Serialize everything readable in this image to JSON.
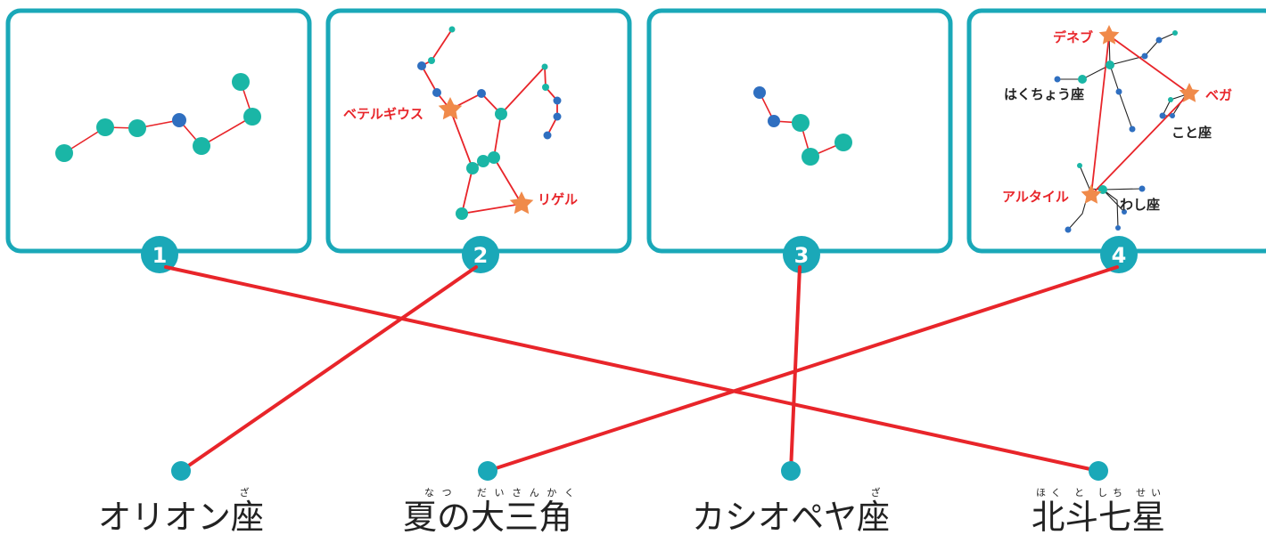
{
  "colors": {
    "panel_border": "#1aa8b8",
    "connector": "#e8252a",
    "teal_star": "#1ab6a6",
    "blue_star": "#2f6fc0",
    "bright_star": "#f08a4a",
    "label_red": "#e8252a"
  },
  "panels": [
    {
      "number": "1",
      "stars": [],
      "labels": []
    },
    {
      "number": "2",
      "labels": [
        "ベテルギウス",
        "リゲル"
      ]
    },
    {
      "number": "3",
      "labels": []
    },
    {
      "number": "4",
      "labels": [
        "デネブ",
        "ベガ",
        "アルタイル",
        "はくちょう座",
        "こと座",
        "わし座"
      ]
    }
  ],
  "answers": [
    {
      "text": "オリオン座",
      "ruby": "ざ"
    },
    {
      "text": "夏の大三角",
      "ruby": "なつ　だいさんかく"
    },
    {
      "text": "カシオペヤ座",
      "ruby": "ざ"
    },
    {
      "text": "北斗七星",
      "ruby": "ほく と しち せい"
    }
  ],
  "matches": [
    {
      "panel": "1",
      "answer": "北斗七星"
    },
    {
      "panel": "2",
      "answer": "オリオン座"
    },
    {
      "panel": "3",
      "answer": "カシオペヤ座"
    },
    {
      "panel": "4",
      "answer": "夏の大三角"
    }
  ]
}
